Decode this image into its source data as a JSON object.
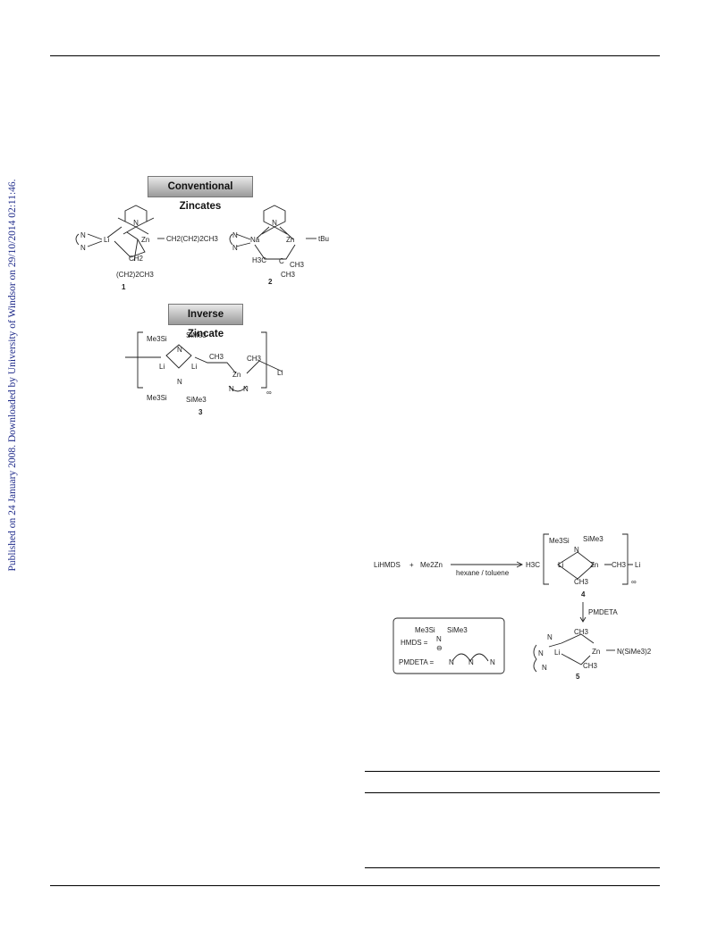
{
  "sidebar": {
    "text": "Published on 24 January 2008. Downloaded by University of Windsor on 29/10/2014 02:11:46."
  },
  "figure1": {
    "banner_conventional": "Conventional Zincates",
    "banner_inverse": "Inverse Zincate",
    "compound1": {
      "number": "1",
      "labels": {
        "li": "Li",
        "zn": "Zn",
        "n": "N",
        "chain": "CH2(CH2)2CH3",
        "ch2": "CH2",
        "butyl": "(CH2)2CH3"
      }
    },
    "compound2": {
      "number": "2",
      "labels": {
        "na": "Na",
        "zn": "Zn",
        "tbu": "tBu",
        "n": "N",
        "h3c": "H3C",
        "ch3a": "CH3",
        "ch3b": "CH3",
        "c": "C"
      }
    },
    "compound3": {
      "number": "3",
      "labels": {
        "me3si_top": "Me3Si",
        "sime3_top": "SiMe3",
        "me3si_bot": "Me3Si",
        "sime3_bot": "SiMe3",
        "li": "Li",
        "ch3": "CH3",
        "zn": "Zn",
        "n": "N",
        "infinity": "∞"
      }
    }
  },
  "scheme": {
    "reagent_lihmds": "LiHMDS",
    "plus": "+",
    "reagent_me2zn": "Me2Zn",
    "conditions": "hexane / toluene",
    "arrow_pmdeta": "PMDETA",
    "compound4": {
      "number": "4",
      "h3c": "H3C",
      "li": "Li",
      "zn": "Zn",
      "ch3": "CH3",
      "me3si": "Me3Si",
      "sime3": "SiMe3",
      "n": "N",
      "infinity": "∞"
    },
    "compound5": {
      "number": "5",
      "li": "Li",
      "zn": "Zn",
      "ch3": "CH3",
      "nsime3": "N(SiMe3)2",
      "n": "N"
    },
    "legend": {
      "hmds_label": "HMDS  =",
      "pmdeta_label": "PMDETA  =",
      "me3si": "Me3Si",
      "sime3": "SiMe3",
      "n": "N",
      "minus": "⊖"
    }
  }
}
